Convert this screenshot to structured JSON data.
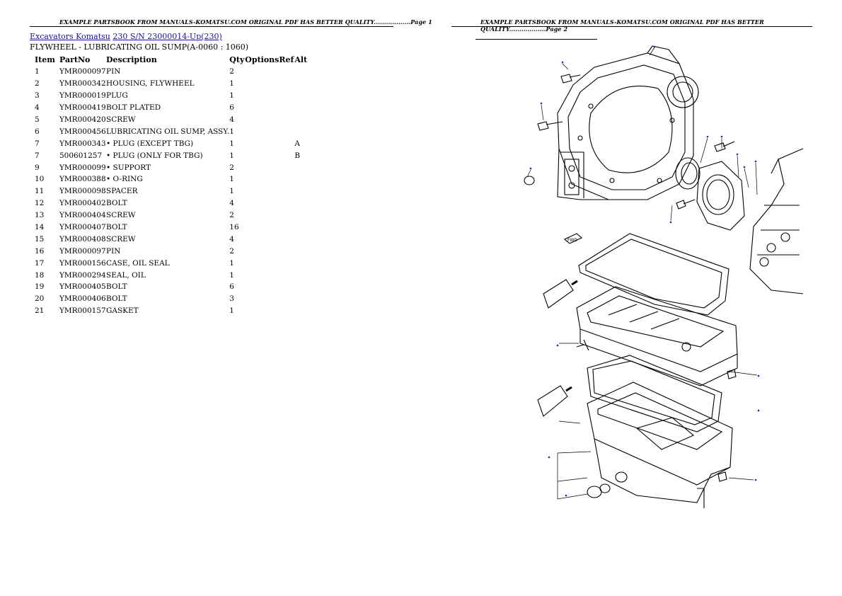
{
  "header": {
    "left": "EXAMPLE PARTSBOOK FROM MANUALS-KOMATSU.COM ORIGINAL PDF HAS BETTER QUALITY..................Page 1",
    "right": "EXAMPLE PARTSBOOK FROM MANUALS-KOMATSU.COM ORIGINAL PDF HAS BETTER QUALITY..................Page 2"
  },
  "breadcrumb": {
    "link1": "Excavators Komatsu",
    "link2": "230 S/N 23000014-Up(230)"
  },
  "subtitle": "FLYWHEEL - LUBRICATING OIL SUMP(A-0060 : 1060)",
  "table": {
    "headers": {
      "item": "Item",
      "part": "PartNo",
      "desc": "Description",
      "qty": "Qty",
      "opt": "Options",
      "ref": "Ref",
      "alt": "Alt"
    },
    "rows": [
      {
        "item": "1",
        "part": "YMR000097",
        "desc": "PIN",
        "qty": "2",
        "opt": "",
        "ref": "",
        "alt": ""
      },
      {
        "item": "2",
        "part": "YMR000342",
        "desc": "HOUSING, FLYWHEEL",
        "qty": "1",
        "opt": "",
        "ref": "",
        "alt": ""
      },
      {
        "item": "3",
        "part": "YMR000019",
        "desc": "PLUG",
        "qty": "1",
        "opt": "",
        "ref": "",
        "alt": ""
      },
      {
        "item": "4",
        "part": "YMR000419",
        "desc": "BOLT PLATED",
        "qty": "6",
        "opt": "",
        "ref": "",
        "alt": ""
      },
      {
        "item": "5",
        "part": "YMR000420",
        "desc": "SCREW",
        "qty": "4",
        "opt": "",
        "ref": "",
        "alt": ""
      },
      {
        "item": "6",
        "part": "YMR000456",
        "desc": "LUBRICATING OIL SUMP, ASSY.",
        "qty": "1",
        "opt": "",
        "ref": "",
        "alt": ""
      },
      {
        "item": "7",
        "part": "YMR000343",
        "desc": "• PLUG (EXCEPT TBG)",
        "qty": "1",
        "opt": "",
        "ref": "",
        "alt": "A"
      },
      {
        "item": "7",
        "part": "500601257",
        "desc": "• PLUG (ONLY FOR TBG)",
        "qty": "1",
        "opt": "",
        "ref": "",
        "alt": "B"
      },
      {
        "item": "9",
        "part": "YMR000099",
        "desc": "• SUPPORT",
        "qty": "2",
        "opt": "",
        "ref": "",
        "alt": ""
      },
      {
        "item": "10",
        "part": "YMR000388",
        "desc": "• O-RING",
        "qty": "1",
        "opt": "",
        "ref": "",
        "alt": ""
      },
      {
        "item": "11",
        "part": "YMR000098",
        "desc": "SPACER",
        "qty": "1",
        "opt": "",
        "ref": "",
        "alt": ""
      },
      {
        "item": "12",
        "part": "YMR000402",
        "desc": "BOLT",
        "qty": "4",
        "opt": "",
        "ref": "",
        "alt": ""
      },
      {
        "item": "13",
        "part": "YMR000404",
        "desc": "SCREW",
        "qty": "2",
        "opt": "",
        "ref": "",
        "alt": ""
      },
      {
        "item": "14",
        "part": "YMR000407",
        "desc": "BOLT",
        "qty": "16",
        "opt": "",
        "ref": "",
        "alt": ""
      },
      {
        "item": "15",
        "part": "YMR000408",
        "desc": "SCREW",
        "qty": "4",
        "opt": "",
        "ref": "",
        "alt": ""
      },
      {
        "item": "16",
        "part": "YMR000097",
        "desc": "PIN",
        "qty": "2",
        "opt": "",
        "ref": "",
        "alt": ""
      },
      {
        "item": "17",
        "part": "YMR000156",
        "desc": "CASE, OIL SEAL",
        "qty": "1",
        "opt": "",
        "ref": "",
        "alt": ""
      },
      {
        "item": "18",
        "part": "YMR000294",
        "desc": "SEAL, OIL",
        "qty": "1",
        "opt": "",
        "ref": "",
        "alt": ""
      },
      {
        "item": "19",
        "part": "YMR000405",
        "desc": "BOLT",
        "qty": "6",
        "opt": "",
        "ref": "",
        "alt": ""
      },
      {
        "item": "20",
        "part": "YMR000406",
        "desc": "BOLT",
        "qty": "3",
        "opt": "",
        "ref": "",
        "alt": ""
      },
      {
        "item": "21",
        "part": "YMR000157",
        "desc": "GASKET",
        "qty": "1",
        "opt": "",
        "ref": "",
        "alt": ""
      }
    ]
  },
  "diagram": {
    "fwd_label": "FWD"
  },
  "colors": {
    "link": "#1a0dab",
    "callout": "#2222cc"
  }
}
